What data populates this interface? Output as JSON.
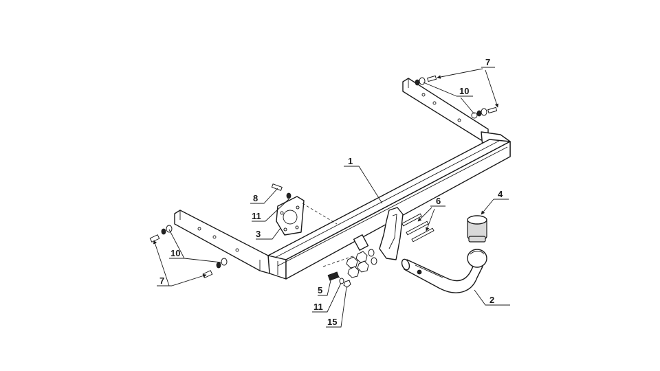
{
  "callouts": {
    "c1": "1",
    "c2": "2",
    "c3": "3",
    "c4": "4",
    "c5": "5",
    "c6": "6",
    "c7_top": "7",
    "c7_left": "7",
    "c8": "8",
    "c10_top": "10",
    "c10_left": "10",
    "c11_upper": "11",
    "c11_lower": "11",
    "c15": "15"
  }
}
